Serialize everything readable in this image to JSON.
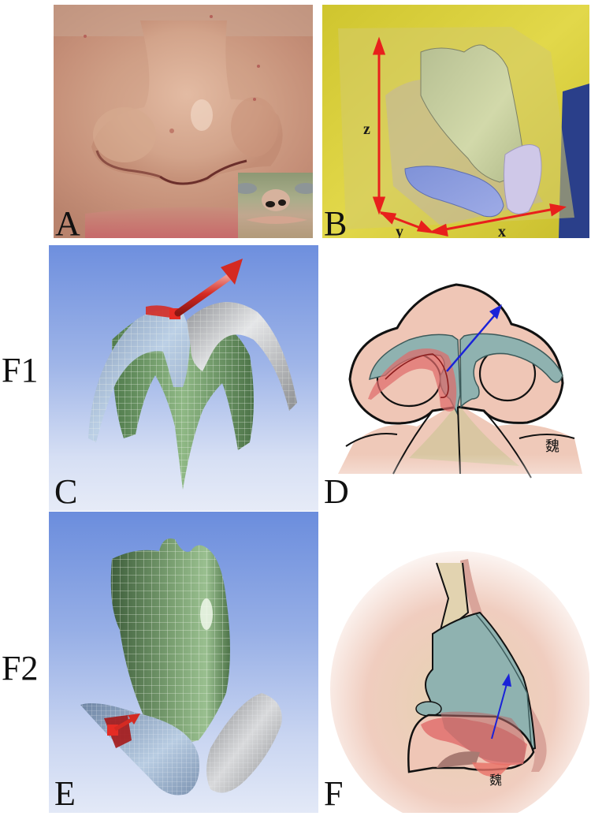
{
  "figure": {
    "row_labels": [
      {
        "id": "F1",
        "text": "F1"
      },
      {
        "id": "F2",
        "text": "F2"
      }
    ],
    "panels": [
      {
        "id": "A",
        "label": "A",
        "content": "Clinical photograph of nose (frontal-basal view) with inset 3D scanned basal view"
      },
      {
        "id": "B",
        "label": "B",
        "content": "3D reconstruction of nasal cartilages inside translucent skin with coordinate axes",
        "axes": {
          "x": "x",
          "y": "y",
          "z": "z"
        },
        "axis_color": "#e8201c"
      },
      {
        "id": "C",
        "label": "C",
        "content": "Finite element mesh of lower lateral cartilages with force vector arrow",
        "arrow_color": "#d42a22"
      },
      {
        "id": "D",
        "label": "D",
        "content": "Illustration, basal view of nose with displaced cartilage and force vector",
        "arrow_color": "#1a22d8",
        "signature": "魏"
      },
      {
        "id": "E",
        "label": "E",
        "content": "Finite element mesh of upper and lower lateral cartilages with force vector",
        "arrow_color": "#d42a22"
      },
      {
        "id": "F",
        "label": "F",
        "content": "Illustration, lateral view of nose with displaced cartilage and force vector",
        "arrow_color": "#1a22d8",
        "signature": "魏"
      }
    ],
    "colors": {
      "mesh_green": "#6f9a68",
      "mesh_blue": "#9fb4cc",
      "mesh_gray": "#b9bcc0",
      "cartilage_teal": "#8fb2b0",
      "displaced_red": "#e06a6a",
      "skin_pink": "#efc6b6",
      "b_yellow": "#d9cf3a",
      "b_green_cartilage": "#c8d0a0",
      "b_blue_cartilage": "#8f9fe0",
      "b_lilac_cartilage": "#cfc8e8"
    }
  }
}
